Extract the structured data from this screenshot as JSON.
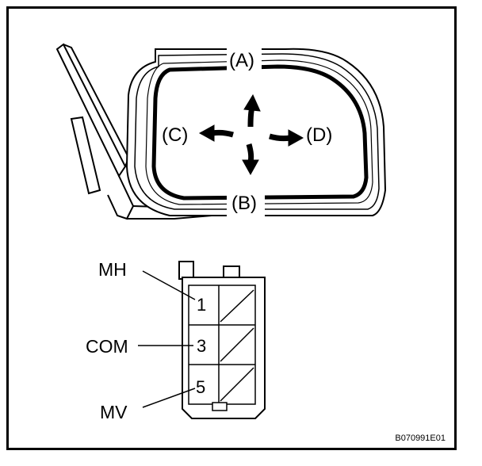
{
  "mirror": {
    "directions": {
      "up": "(A)",
      "down": "(B)",
      "left": "(C)",
      "right": "(D)"
    }
  },
  "connector": {
    "terminals": [
      {
        "name": "MH",
        "pin": "1"
      },
      {
        "name": "COM",
        "pin": "3"
      },
      {
        "name": "MV",
        "pin": "5"
      }
    ]
  },
  "figure_code": "B070991E01"
}
